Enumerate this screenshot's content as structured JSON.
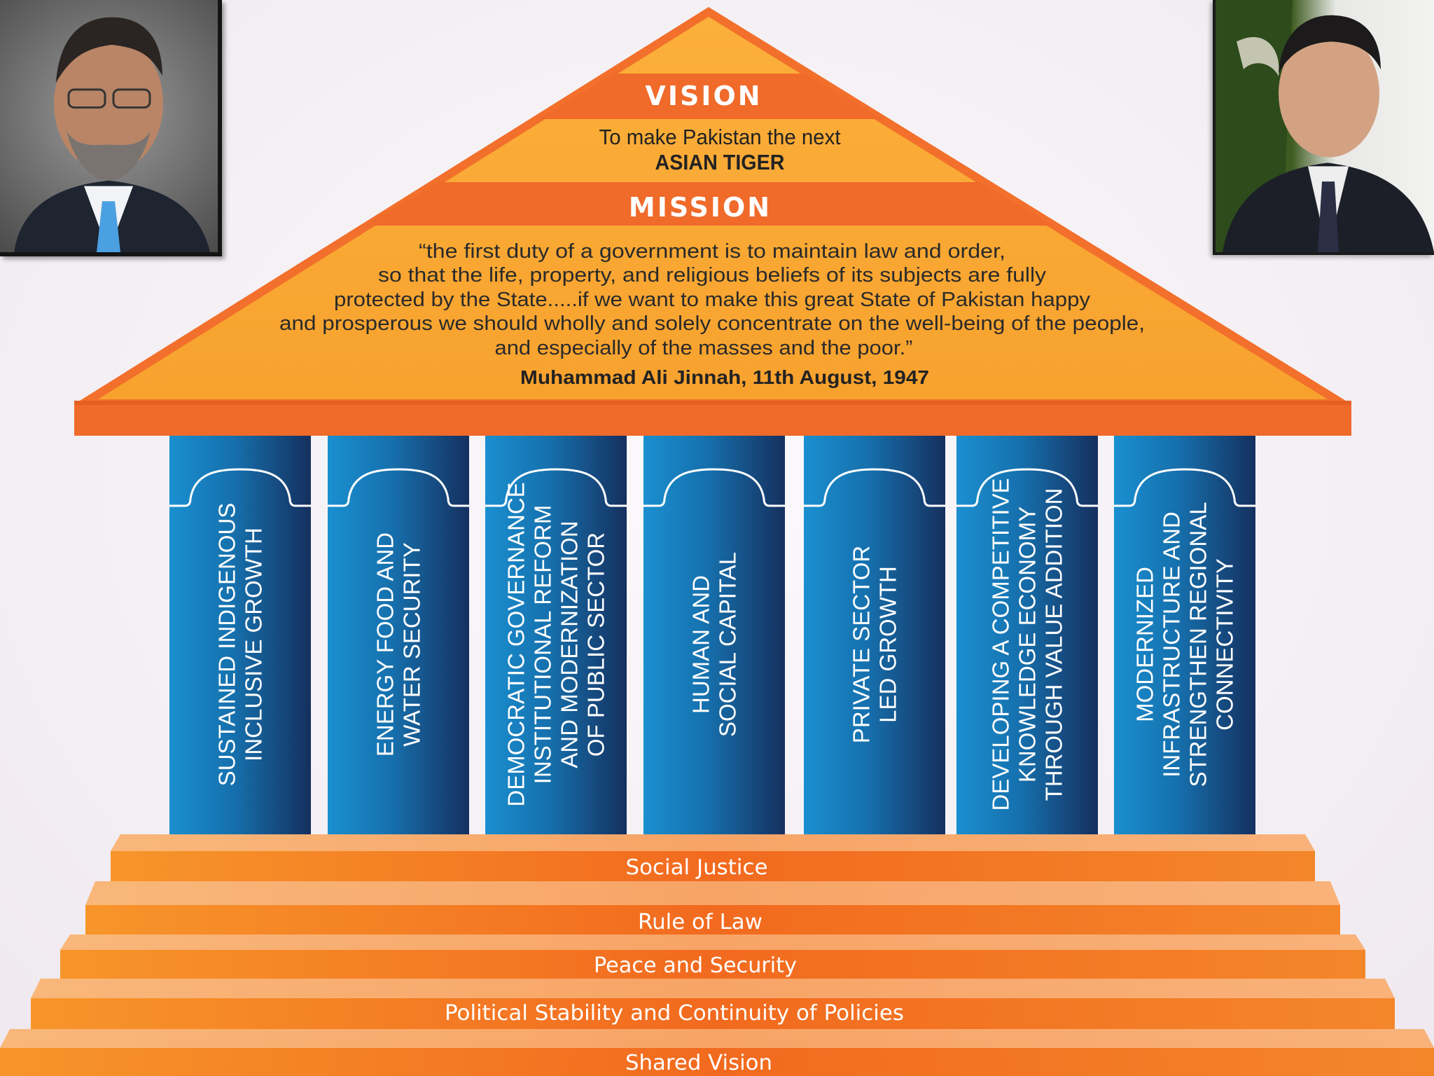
{
  "vision": {
    "heading": "VISION",
    "line1": "To make Pakistan the next",
    "line2": "ASIAN TIGER"
  },
  "mission": {
    "heading": "MISSION",
    "quote_lines": [
      "“the first duty of a government is to maintain law and order,",
      "so that the life, property, and religious beliefs of its subjects are fully",
      "protected by the State.....if we want to make this great State of Pakistan happy",
      "and prosperous we should wholly and solely concentrate on the well-being of the people,",
      "and especially of the masses and the poor.”"
    ],
    "attribution": "Muhammad Ali Jinnah, 11th August, 1947"
  },
  "pillars": [
    {
      "lines": [
        "SUSTAINED INDIGENOUS",
        "INCLUSIVE GROWTH"
      ]
    },
    {
      "lines": [
        "ENERGY FOOD AND",
        "WATER SECURITY"
      ]
    },
    {
      "lines": [
        "DEMOCRATIC GOVERNANCE",
        "INSTITUTIONAL REFORM",
        "AND MODERNIZATION",
        "OF PUBLIC SECTOR"
      ]
    },
    {
      "lines": [
        "HUMAN AND",
        "SOCIAL CAPITAL"
      ]
    },
    {
      "lines": [
        "PRIVATE SECTOR",
        "LED GROWTH"
      ]
    },
    {
      "lines": [
        "DEVELOPING A COMPETITIVE",
        "KNOWLEDGE ECONOMY",
        "THROUGH VALUE ADDITION"
      ]
    },
    {
      "lines": [
        "MODERNIZED",
        "INFRASTRUCTURE AND",
        "STRENGTHEN REGIONAL",
        "CONNECTIVITY"
      ]
    }
  ],
  "steps": [
    "Social Justice",
    "Rule of Law",
    "Peace and Security",
    "Political Stability and Continuity of Policies",
    "Shared Vision"
  ],
  "colors": {
    "roof_orange": "#f9a533",
    "band_orange": "#f06a2a",
    "pillar_blue": "#1378b6",
    "pillar_dark": "#152f61",
    "step_top": "#f7b27a",
    "step_face": "#f26f22"
  },
  "photos": {
    "left": "portrait-photo",
    "right": "portrait-photo-flag"
  }
}
